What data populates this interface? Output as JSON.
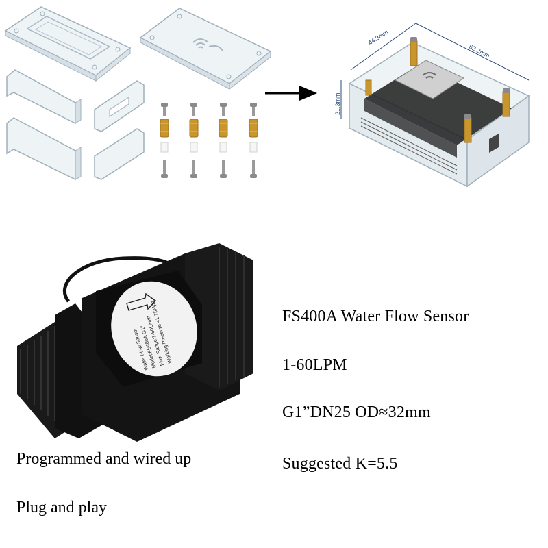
{
  "dimensions": {
    "width": "44.3mm",
    "length": "62.2mm",
    "height": "21.3mm"
  },
  "sensor_label": {
    "line1": "Water Flow Sensor",
    "line2": "Model:FS400A G1\"",
    "line3": "Flow Range:1-60L/min",
    "line4": "Working Pressure:<1.75Mpa"
  },
  "specs": {
    "title": "FS400A Water Flow Sensor",
    "flow_range": "1-60LPM",
    "thread": "G1”DN25 OD≈32mm",
    "k_factor": "Suggested K=5.5"
  },
  "notes": {
    "line1": "Programmed and wired up",
    "line2": "Plug and play"
  },
  "colors": {
    "acrylic": "#e8eef2",
    "acrylic_edge": "#9fb0bc",
    "brass": "#c9962e",
    "screw": "#9a9a9a",
    "sensor_body": "#1a1a1a",
    "dimension_line": "#2a4a7a",
    "pcb": "#1c1c1c"
  }
}
